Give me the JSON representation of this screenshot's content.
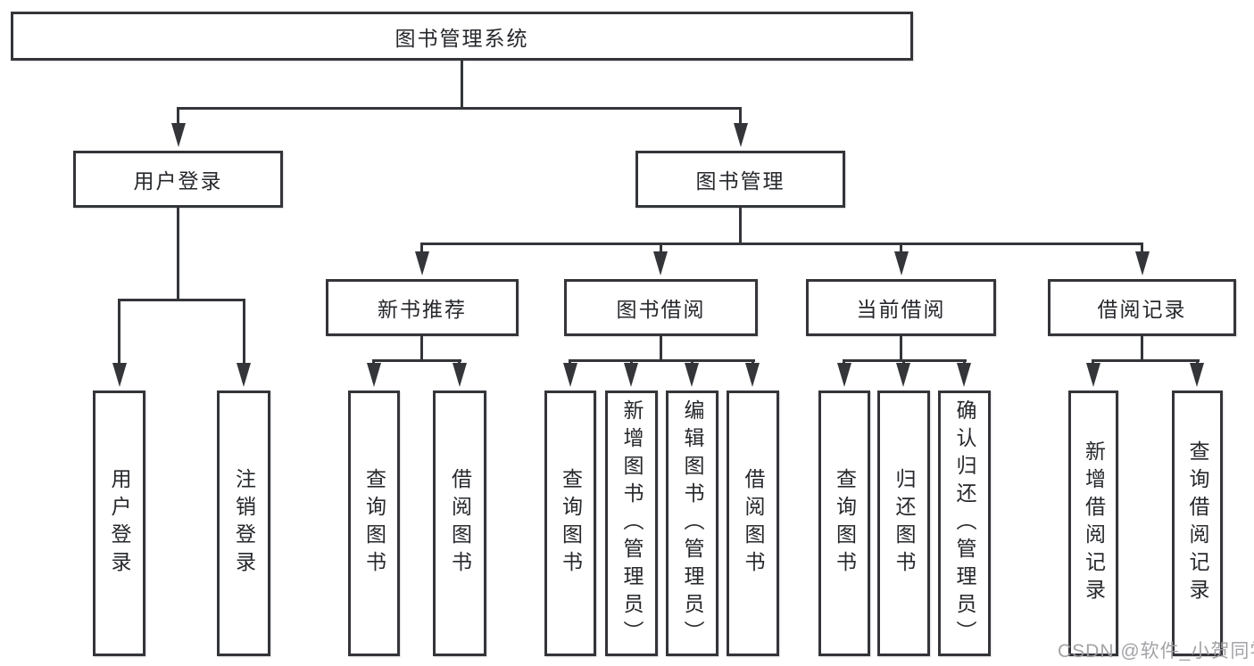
{
  "diagram": {
    "title": "图书管理系统",
    "level2": {
      "user_login": "用户登录",
      "book_mgmt": "图书管理"
    },
    "level3": {
      "new_books": "新书推荐",
      "book_borrow": "图书借阅",
      "current_borrow": "当前借阅",
      "borrow_records": "借阅记录"
    },
    "leaves": {
      "user_login": "用户登录",
      "logout": "注销登录",
      "nb_query": "查询图书",
      "nb_borrow": "借阅图书",
      "bb_query": "查询图书",
      "bb_add": "新增图书（管理员）",
      "bb_edit": "编辑图书（管理员）",
      "bb_borrow": "借阅图书",
      "cb_query": "查询图书",
      "cb_return": "归还图书",
      "cb_confirm": "确认归还（管理员）",
      "br_add": "新增借阅记录",
      "br_query": "查询借阅记录"
    },
    "line_color": "#333539"
  },
  "watermark": "CSDN @软件_小贺同学"
}
